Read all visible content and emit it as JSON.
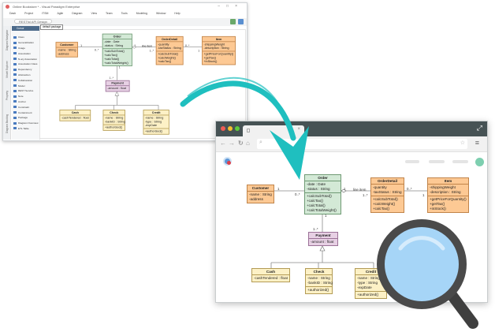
{
  "desktop_app": {
    "title": "Online Bookstore * - Visual Paradigm Enterprise",
    "menu": [
      "Dash",
      "Project",
      "ITSM",
      "Agile",
      "Diagram",
      "View",
      "Team",
      "Tools",
      "Modeling",
      "Window",
      "Help"
    ],
    "diagram_tab": "RESTful API Design",
    "palette_header": "Cursor",
    "package_label": "default package",
    "palette": [
      "Class",
      "Generalization",
      "Usage",
      "Association",
      "N-ary Association",
      "Association Class",
      "Dependency",
      "Abstraction",
      "Collaboration",
      "Model",
      "REST Service",
      "Note",
      "Anchor",
      "Constraint",
      "Containment",
      "Package",
      "Diagram Overview",
      "ETL Table"
    ],
    "side_tabs": [
      "Diagram Navigator",
      "Model Explorer",
      "Property",
      "Diagram Backlog"
    ]
  },
  "browser": {
    "dots": [
      "#ee5c54",
      "#f5bd2f",
      "#5fc93d"
    ],
    "avatar_color": "#7ecfb0"
  },
  "diagram": {
    "classes": [
      {
        "name": "Customer",
        "color": "orange",
        "attrs": [
          "-name : String",
          "-address"
        ],
        "ops": []
      },
      {
        "name": "Order",
        "color": "green",
        "attrs": [
          "-date : Date",
          "-status : String"
        ],
        "ops": [
          "+calcSubTotal()",
          "+calcTax()",
          "+calcTotal()",
          "+calcTotalWeight()"
        ]
      },
      {
        "name": "OrderDetail",
        "color": "orange",
        "attrs": [
          "-quantity",
          "-taxStatus : String"
        ],
        "ops": [
          "+calcSubTotal()",
          "+calcWeight()",
          "+calcTax()"
        ]
      },
      {
        "name": "Item",
        "color": "orange",
        "attrs": [
          "-shippingWeight",
          "-description : String"
        ],
        "ops": [
          "+getPriceForQuantity()",
          "+getTax()",
          "+inStock()"
        ]
      },
      {
        "name": "Payment",
        "color": "pink",
        "attrs": [
          "-amount : float"
        ],
        "ops": []
      },
      {
        "name": "Cash",
        "color": "yellow",
        "attrs": [
          "-cashTendered : float"
        ],
        "ops": []
      },
      {
        "name": "Check",
        "color": "yellow",
        "attrs": [
          "-name : String",
          "-bankID : String"
        ],
        "ops": [
          "+authorized()"
        ]
      },
      {
        "name": "Credit",
        "color": "yellow",
        "attrs": [
          "-name : String",
          "-type : String",
          "-expDate"
        ],
        "ops": [
          "+authorized()"
        ]
      }
    ],
    "labels": [
      "1",
      "0..*",
      "1",
      "line item",
      "1..*",
      "0..*",
      "1",
      "1",
      "1..*"
    ],
    "colors": {
      "orange": "#fdc994",
      "green": "#d3e9d6",
      "pink": "#e7d0e4",
      "yellow": "#fdf1c6",
      "orange_border": "#c0844a",
      "green_border": "#6f9a74",
      "pink_border": "#9b7197",
      "yellow_border": "#b39b55",
      "arrow": "#1fbfbf",
      "lens": "#a6d5f7",
      "lens_ring": "#4a4a4a"
    }
  }
}
